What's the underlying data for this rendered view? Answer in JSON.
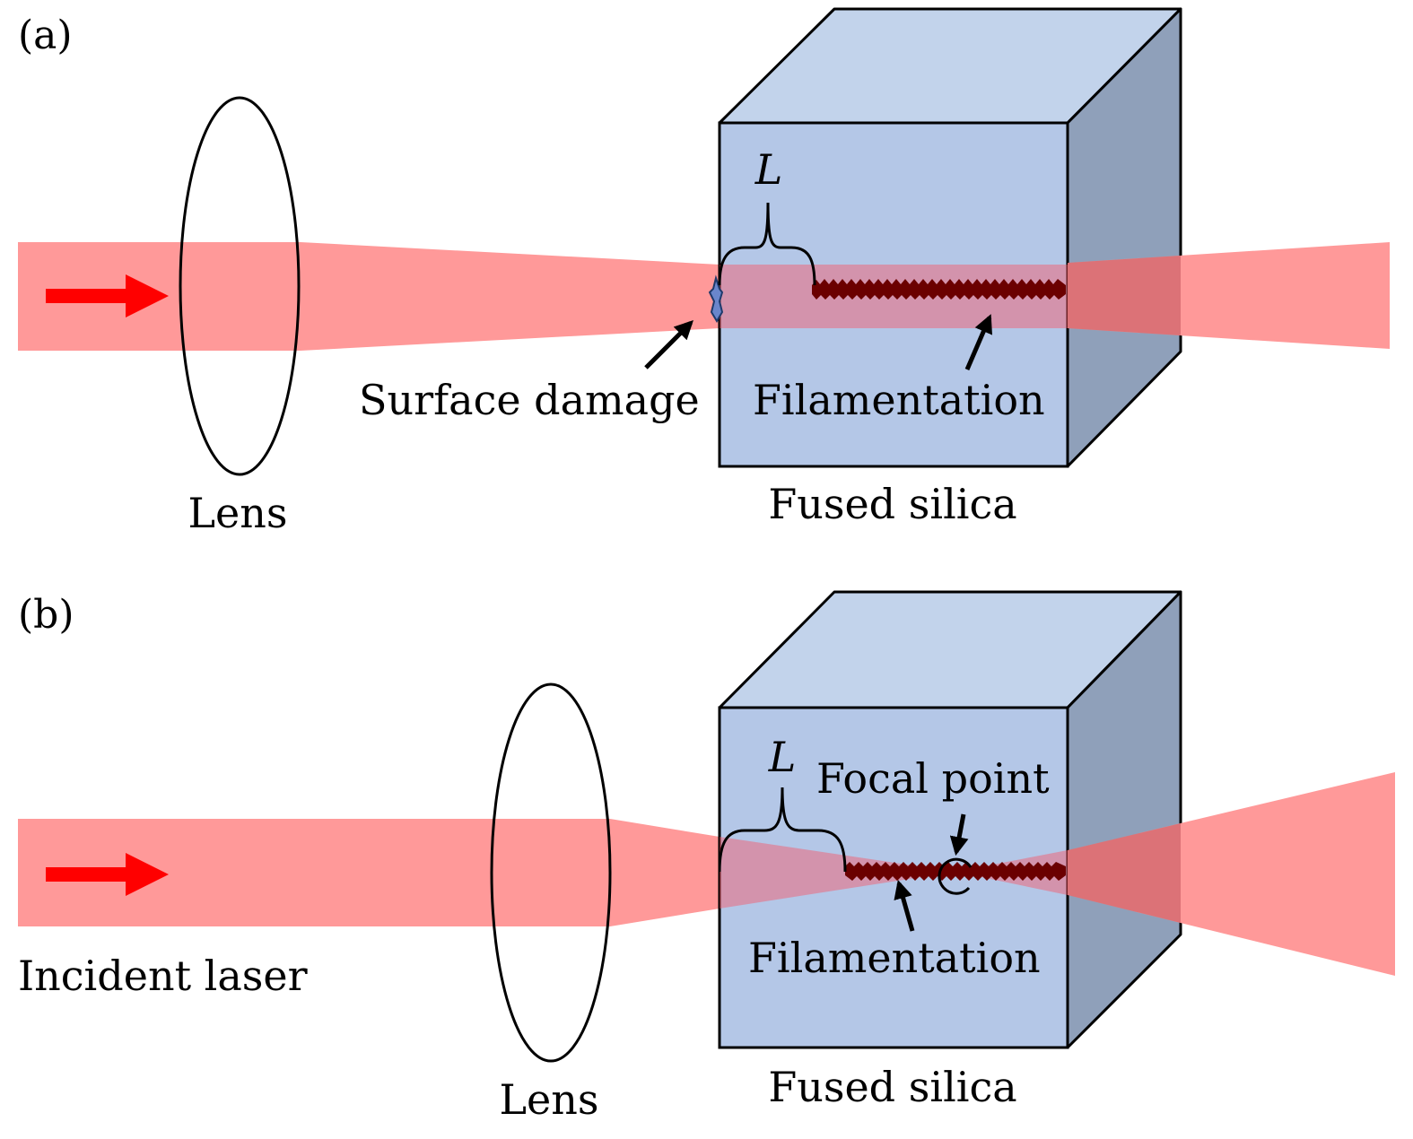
{
  "figure": {
    "colors": {
      "beam": "#FF9999",
      "beam_arrow": "#FF0000",
      "box_front": "#B4C7E7",
      "box_top": "#C2D3EB",
      "box_side": "#8FA0BA",
      "filament": "#6B0000",
      "damage": "#4F6FB8",
      "outline": "#000000"
    },
    "panel_a": {
      "label": "(a)",
      "lens_label": "Lens",
      "sample_label": "Fused silica",
      "length_symbol": "L",
      "surface_damage_label": "Surface damage",
      "filamentation_label": "Filamentation"
    },
    "panel_b": {
      "label": "(b)",
      "lens_label": "Lens",
      "sample_label": "Fused silica",
      "length_symbol": "L",
      "focal_point_label": "Focal point",
      "filamentation_label": "Filamentation",
      "incident_label": "Incident laser"
    }
  }
}
